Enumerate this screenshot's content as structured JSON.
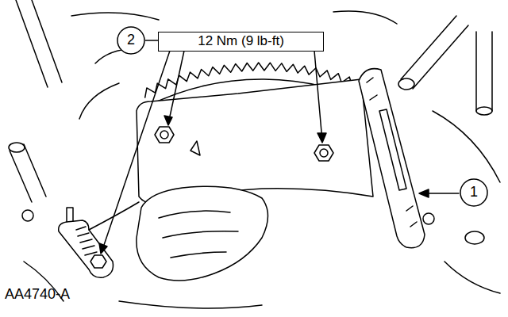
{
  "diagram": {
    "nodes": [
      {
        "text": [
          "2"
        ]
      },
      {
        "text": [
          "12 Nm (9 lb-ft)"
        ]
      },
      {
        "text": [
          "1"
        ]
      }
    ],
    "edges": [
      {
        "from": 0,
        "to": 1,
        "arrow": "none"
      }
    ],
    "labels": [
      "AA4740-A"
    ]
  }
}
